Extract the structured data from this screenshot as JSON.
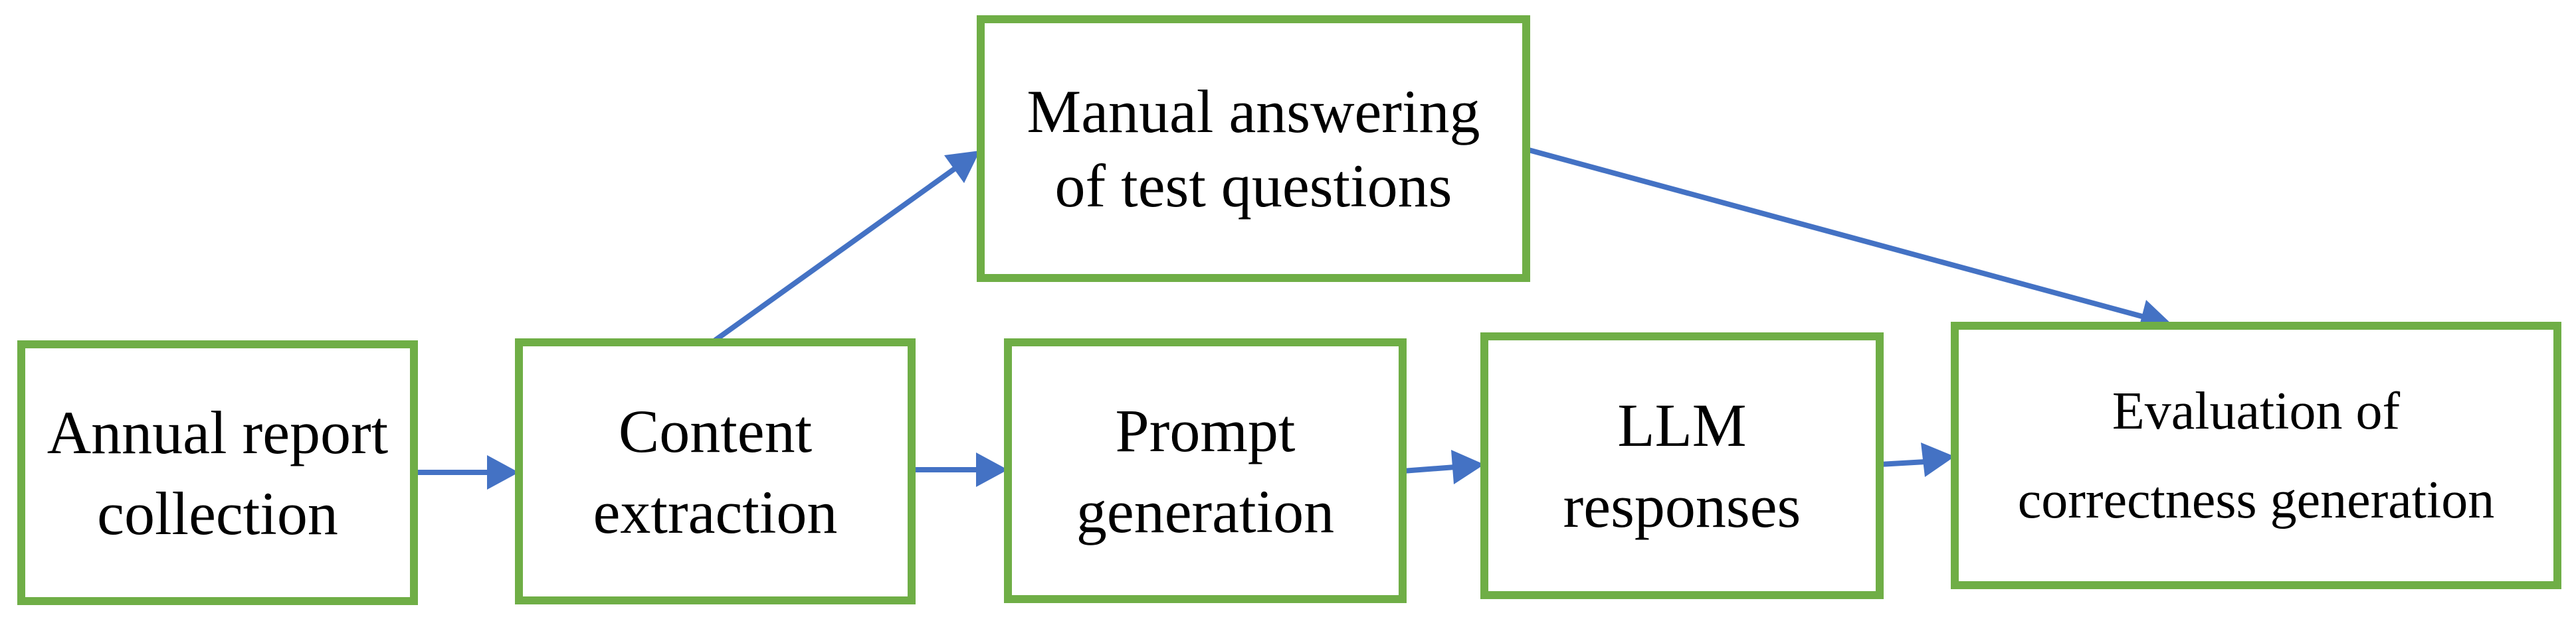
{
  "figure": {
    "type": "flowchart",
    "background_color": "#ffffff",
    "colors": {
      "box_border": "#6FAE46",
      "arrow": "#4472C4",
      "text": "#000000"
    },
    "boxes": [
      {
        "id": "annual-report-collection",
        "label": "Annual report collection",
        "line1": "Annual report",
        "line2": "collection"
      },
      {
        "id": "content-extraction",
        "label": "Content extraction",
        "line1": "Content",
        "line2": "extraction"
      },
      {
        "id": "manual-answering-of-test-questions",
        "label": "Manual answering of test questions",
        "line1": "Manual answering",
        "line2": "of test questions"
      },
      {
        "id": "prompt-generation",
        "label": "Prompt generation",
        "line1": "Prompt",
        "line2": "generation"
      },
      {
        "id": "llm-responses",
        "label": "LLM responses",
        "line1": "LLM",
        "line2": "responses"
      },
      {
        "id": "evaluation-of-correctness-generation",
        "label": "Evaluation of correctness generation",
        "line1": "Evaluation of",
        "line2": "correctness generation"
      }
    ],
    "connections": [
      {
        "from": "annual-report-collection",
        "to": "content-extraction"
      },
      {
        "from": "content-extraction",
        "to": "manual-answering-of-test-questions"
      },
      {
        "from": "content-extraction",
        "to": "prompt-generation"
      },
      {
        "from": "prompt-generation",
        "to": "llm-responses"
      },
      {
        "from": "llm-responses",
        "to": "evaluation-of-correctness-generation"
      },
      {
        "from": "manual-answering-of-test-questions",
        "to": "evaluation-of-correctness-generation"
      }
    ]
  }
}
